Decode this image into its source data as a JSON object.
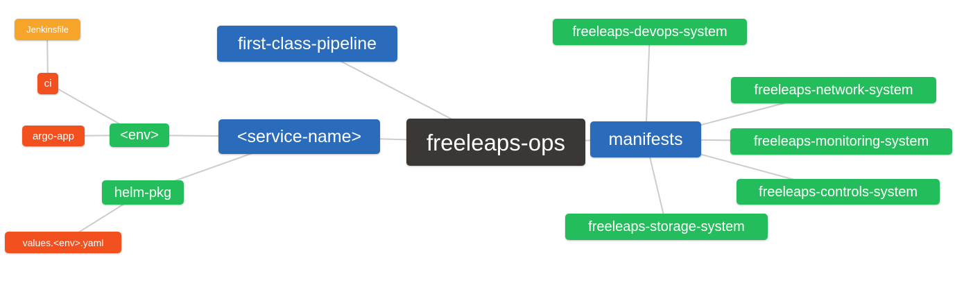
{
  "diagram": {
    "type": "mindmap",
    "background": "#ffffff",
    "edge_color": "#cccccc",
    "node_colors": {
      "root": "#3b3734",
      "branch_blue": "#2a6cbb",
      "leaf_green": "#23be5b",
      "leaf_red": "#f2501f",
      "leaf_orange": "#f7a52a"
    },
    "nodes": {
      "root": {
        "label": "freeleaps-ops"
      },
      "first_class_pipeline": {
        "label": "first-class-pipeline"
      },
      "service_name": {
        "label": "<service-name>"
      },
      "env": {
        "label": "<env>"
      },
      "ci": {
        "label": "ci"
      },
      "jenkinsfile": {
        "label": "Jenkinsfile"
      },
      "argo_app": {
        "label": "argo-app"
      },
      "helm_pkg": {
        "label": "helm-pkg"
      },
      "values_env_yaml": {
        "label": "values.<env>.yaml"
      },
      "manifests": {
        "label": "manifests"
      },
      "devops_system": {
        "label": "freeleaps-devops-system"
      },
      "network_system": {
        "label": "freeleaps-network-system"
      },
      "monitoring_system": {
        "label": "freeleaps-monitoring-system"
      },
      "controls_system": {
        "label": "freeleaps-controls-system"
      },
      "storage_system": {
        "label": "freeleaps-storage-system"
      }
    },
    "edges": [
      [
        "jenkinsfile",
        "ci"
      ],
      [
        "ci",
        "env"
      ],
      [
        "argo_app",
        "env"
      ],
      [
        "env",
        "service_name"
      ],
      [
        "helm_pkg",
        "service_name"
      ],
      [
        "values_env_yaml",
        "helm_pkg"
      ],
      [
        "first_class_pipeline",
        "root"
      ],
      [
        "service_name",
        "root"
      ],
      [
        "root",
        "manifests"
      ],
      [
        "manifests",
        "devops_system"
      ],
      [
        "manifests",
        "network_system"
      ],
      [
        "manifests",
        "monitoring_system"
      ],
      [
        "manifests",
        "controls_system"
      ],
      [
        "manifests",
        "storage_system"
      ]
    ]
  }
}
